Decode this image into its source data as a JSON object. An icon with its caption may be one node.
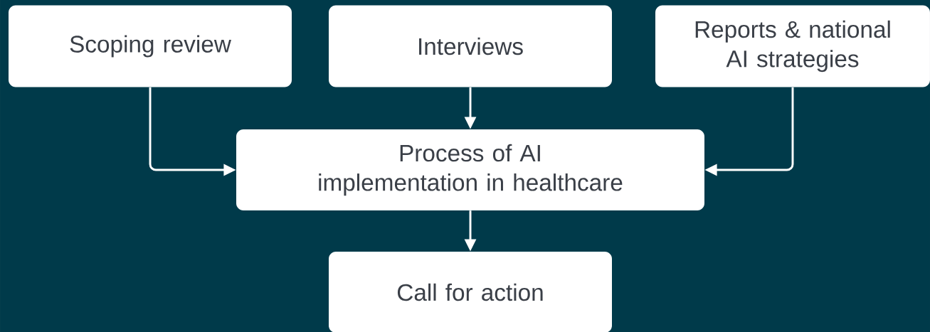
{
  "diagram": {
    "nodes": [
      {
        "text": [
          "Scoping review"
        ]
      },
      {
        "text": [
          "Interviews"
        ]
      },
      {
        "text": [
          "Reports & national AI strategies"
        ]
      },
      {
        "text": [
          "Process of AI implementation in healthcare"
        ]
      },
      {
        "text": [
          "Call for action"
        ]
      }
    ],
    "edges": [
      {
        "from": 0,
        "to": 3,
        "arrow": "to"
      },
      {
        "from": 1,
        "to": 3,
        "arrow": "to"
      },
      {
        "from": 2,
        "to": 3,
        "arrow": "to"
      },
      {
        "from": 3,
        "to": 4,
        "arrow": "to"
      }
    ]
  }
}
